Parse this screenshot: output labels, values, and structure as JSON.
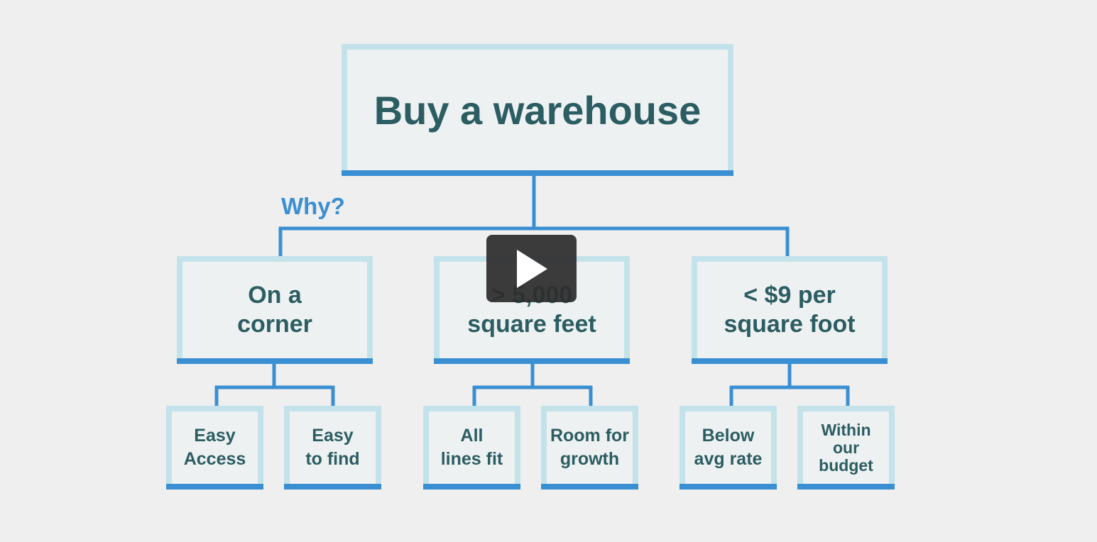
{
  "diagram": {
    "root": {
      "label": "Buy a warehouse"
    },
    "question_label": "Why?",
    "branches": [
      {
        "label_line1": "On a",
        "label_line2": "corner",
        "children": [
          {
            "line1": "Easy",
            "line2": "Access"
          },
          {
            "line1": "Easy",
            "line2": "to find"
          }
        ]
      },
      {
        "label_line1": "> 5,000",
        "label_line2": "square feet",
        "children": [
          {
            "line1": "All",
            "line2": "lines fit"
          },
          {
            "line1": "Room for",
            "line2": "growth"
          }
        ]
      },
      {
        "label_line1": "< $9 per",
        "label_line2": "square foot",
        "children": [
          {
            "line1": "Below",
            "line2": "avg rate"
          },
          {
            "line1": "Within",
            "line2": "our",
            "line3": "budget"
          }
        ]
      }
    ]
  },
  "player": {
    "play_icon": "play-icon"
  },
  "colors": {
    "background": "#efefef",
    "box_border": "#c3e2ea",
    "accent_line": "#3a8fd3",
    "text": "#2b5d62"
  }
}
